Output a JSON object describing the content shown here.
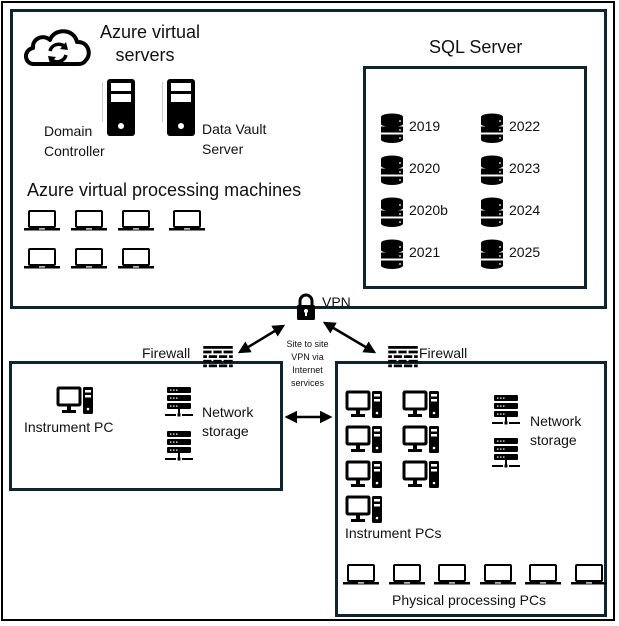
{
  "azure": {
    "title_line1": "Azure virtual",
    "title_line2": "servers",
    "servers": [
      {
        "label_line1": "Domain",
        "label_line2": "Controller"
      },
      {
        "label_line1": "Data Vault",
        "label_line2": "Server"
      }
    ],
    "processing_title": "Azure virtual processing machines",
    "processing_machine_count": 7
  },
  "sql": {
    "title": "SQL Server",
    "databases": [
      "2019",
      "2020",
      "2020b",
      "2021",
      "2022",
      "2023",
      "2024",
      "2025"
    ]
  },
  "vpn": {
    "label": "VPN",
    "note_line1": "Site to site",
    "note_line2": "VPN via",
    "note_line3": "Internet",
    "note_line4": "services"
  },
  "site_left": {
    "firewall_label": "Firewall",
    "instrument_label": "Instrument PC",
    "storage_label_line1": "Network",
    "storage_label_line2": "storage"
  },
  "site_right": {
    "firewall_label": "Firewall",
    "instrument_label": "Instrument PCs",
    "instrument_pc_count": 7,
    "storage_label_line1": "Network",
    "storage_label_line2": "storage",
    "physical_label": "Physical processing PCs",
    "physical_pc_count": 6
  },
  "colors": {
    "box_border": "#0e2431",
    "icon": "#000000"
  }
}
